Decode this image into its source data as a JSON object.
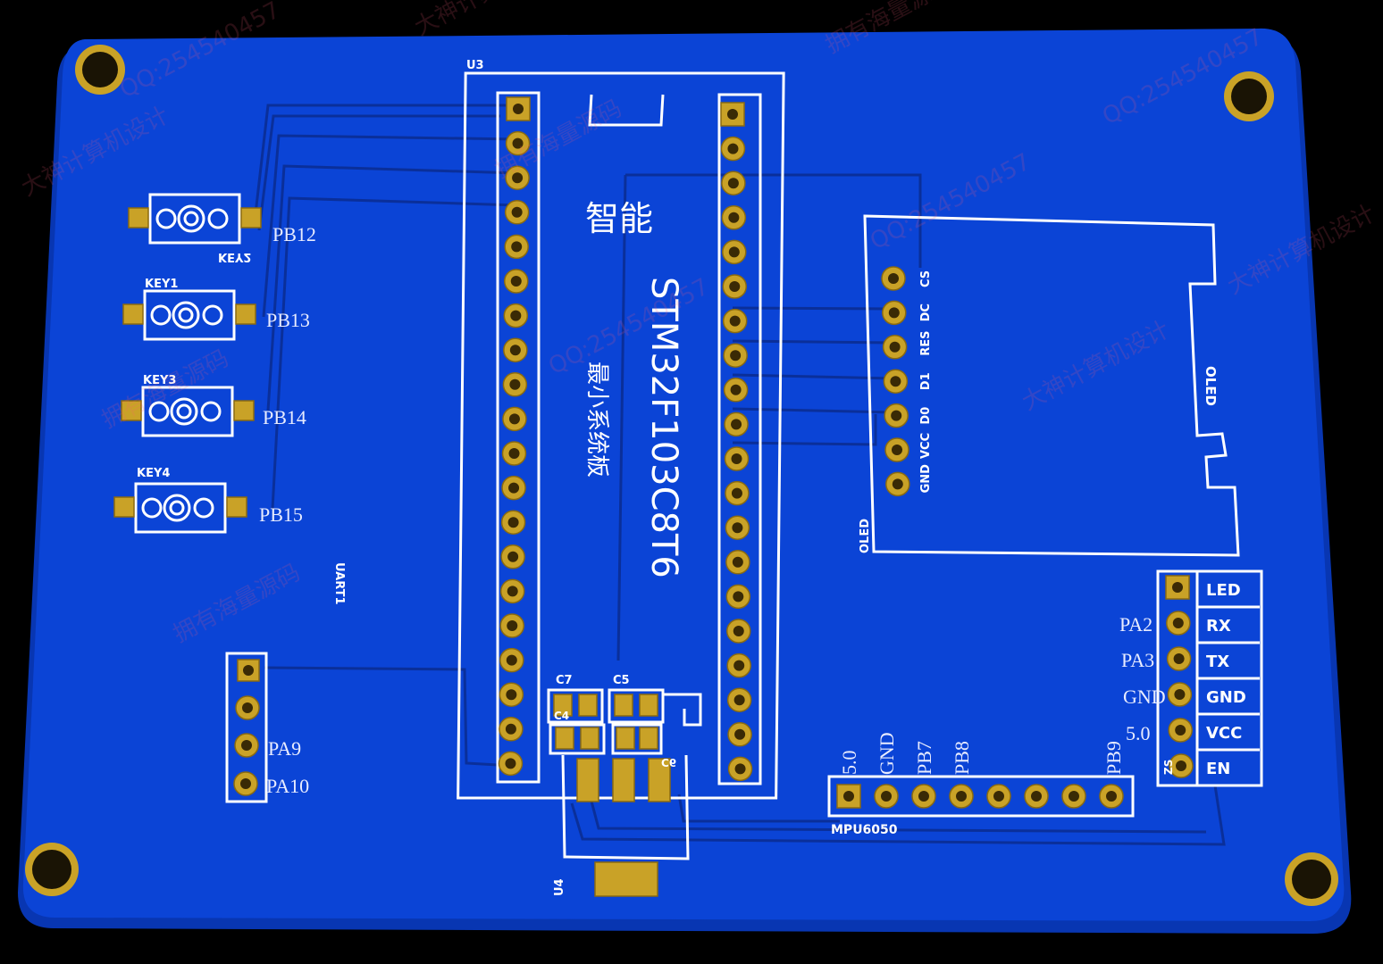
{
  "board": {
    "colors": {
      "board": "#0b44d6",
      "edge": "#0836b2",
      "silk": "#ffffff",
      "copper": "#c9a227",
      "background": "#000000"
    },
    "mcu": {
      "ref": "U3",
      "title": "智能",
      "subtitle": "最小系统板",
      "part": "STM32F103C8T6"
    },
    "keys": [
      {
        "ref": "KEY2",
        "pin": "PB12"
      },
      {
        "ref": "KEY1",
        "pin": "PB13"
      },
      {
        "ref": "KEY3",
        "pin": "PB14"
      },
      {
        "ref": "KEY4",
        "pin": "PB15"
      }
    ],
    "uart": {
      "ref": "UART1",
      "pins": [
        "PA9",
        "PA10"
      ]
    },
    "oled": {
      "ref": "OLED",
      "inner_label": "OLED",
      "pins": [
        "CS",
        "DC",
        "RES",
        "D1",
        "D0",
        "VCC",
        "GND"
      ]
    },
    "mpu": {
      "ref": "MPU6050",
      "pins": [
        "5.0",
        "GND",
        "PB7",
        "PB8",
        "PB9"
      ]
    },
    "bt": {
      "labels": [
        "LED",
        "RX",
        "TX",
        "GND",
        "VCC",
        "EN"
      ],
      "side_pins": [
        "PA2",
        "PA3",
        "GND",
        "5.0"
      ],
      "ref": "ZS"
    },
    "caps": [
      "C7",
      "C5",
      "C4",
      "C6"
    ],
    "regulator": "U4",
    "watermarks": [
      "QQ:254540457",
      "大神计算机设计",
      "拥有海量源码",
      "QQ:254540457",
      "大神计算机设计",
      "拥有海量源码",
      "QQ:254540457",
      "大神计算机设计",
      "拥有海量源码",
      "QQ:254540457",
      "大神计算机设计",
      "拥有海量源码"
    ]
  }
}
